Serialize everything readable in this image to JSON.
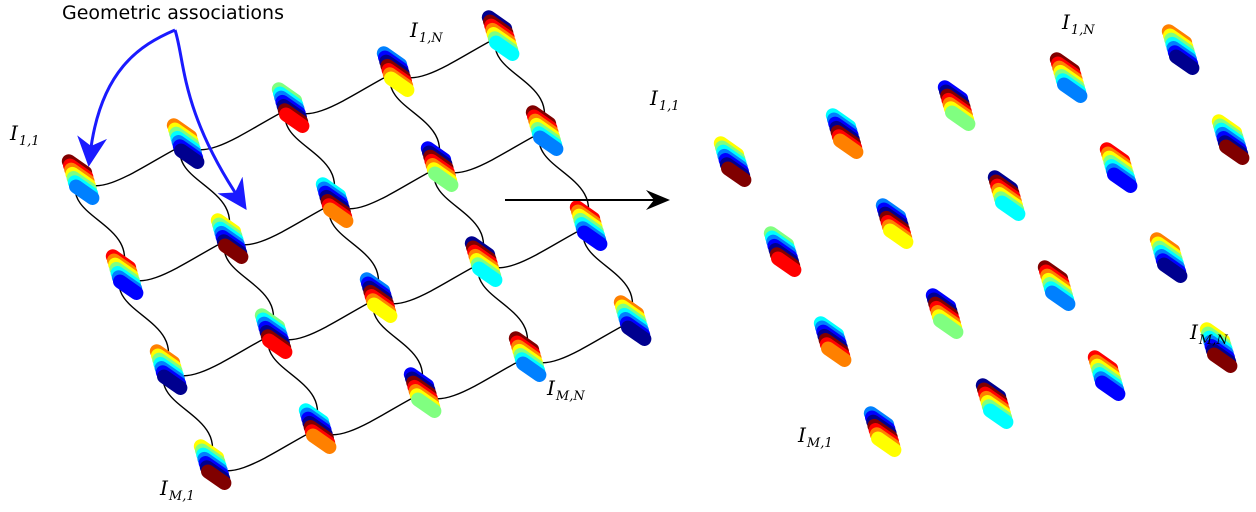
{
  "annotation": {
    "text": "Geometric associations"
  },
  "labels": {
    "left_top_left": {
      "base": "I",
      "sub": "1,1"
    },
    "left_top_right": {
      "base": "I",
      "sub": "1,N"
    },
    "left_bottom_left": {
      "base": "I",
      "sub": "M,1"
    },
    "left_bottom_right": {
      "base": "I",
      "sub": "M,N"
    },
    "right_top_left": {
      "base": "I",
      "sub": "1,1"
    },
    "right_top_right": {
      "base": "I",
      "sub": "1,N"
    },
    "right_bottom_left": {
      "base": "I",
      "sub": "M,1"
    },
    "right_bottom_right": {
      "base": "I",
      "sub": "M,N"
    }
  },
  "grid": {
    "rows": 4,
    "cols": 5
  },
  "colormap": [
    "#00008f",
    "#0000ff",
    "#0080ff",
    "#00ffff",
    "#80ff80",
    "#ffff00",
    "#ff8000",
    "#ff0000",
    "#800000"
  ],
  "colors": {
    "connector": "#000000",
    "association_arrow": "#1a1aff",
    "transform_arrow": "#000000"
  }
}
